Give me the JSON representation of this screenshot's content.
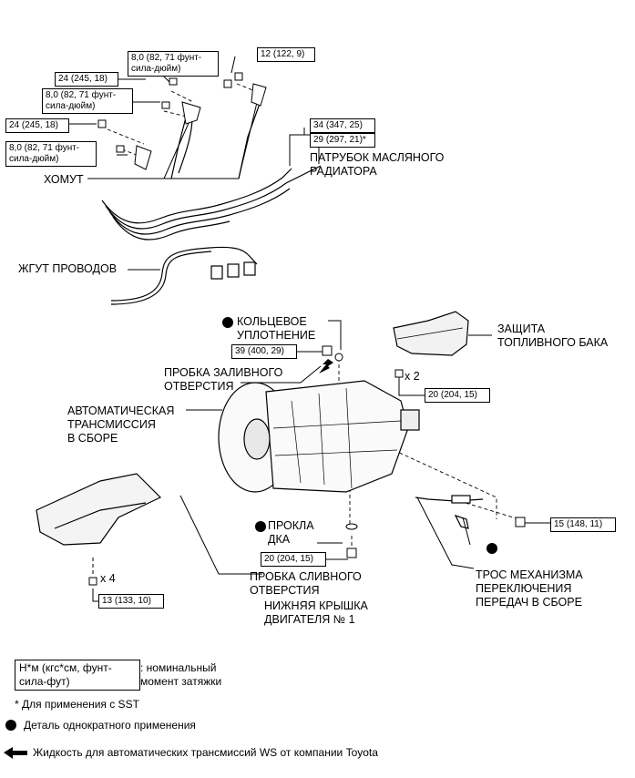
{
  "torques": {
    "t_top_left_a": "8,0 (82, 71 фунт-\nсила-дюйм)",
    "t_12": "12 (122, 9)",
    "t_24_a": "24 (245, 18)",
    "t_mid_b": "8,0 (82, 71 фунт-\nсила-дюйм)",
    "t_24_b": "24 (245, 18)",
    "t_low_c": "8,0 (82, 71 фунт-\nсила-дюйм)",
    "t_34": "34 (347, 25)",
    "t_29": "29 (297, 21)*",
    "t_39": "39 (400, 29)",
    "t_20_tank": "20 (204, 15)",
    "t_15": "15 (148, 11)",
    "t_20_drain": "20 (204, 15)",
    "t_13": "13 (133, 10)"
  },
  "labels": {
    "clamp": "ХОМУТ",
    "cooler_pipe": "ПАТРУБОК МАСЛЯНОГО\nРАДИАТОРА",
    "harness": "ЖГУТ ПРОВОДОВ",
    "oring": "КОЛЬЦЕВОЕ\nУПЛОТНЕНИЕ",
    "filler_plug": "ПРОБКА ЗАЛИВНОГО\nОТВЕРСТИЯ",
    "transmission": "АВТОМАТИЧЕСКАЯ\nТРАНСМИССИЯ\nВ СБОРЕ",
    "fuel_tank_guard": "ЗАЩИТА\nТОПЛИВНОГО БАКА",
    "x2": "x 2",
    "gasket": "ПРОКЛА\nДКА",
    "drain_plug": "ПРОБКА СЛИВНОГО\nОТВЕРСТИЯ",
    "engine_cover": "НИЖНЯЯ КРЫШКА\nДВИГАТЕЛЯ № 1",
    "x4": "x 4",
    "cable": "ТРОС МЕХАНИЗМА\nПЕРЕКЛЮЧЕНИЯ\nПЕРЕДАЧ В СБОРЕ"
  },
  "legend": {
    "unit_box": "Н*м (кгс*см, фунт-\nсила-фут)",
    "unit_desc": ": номинальный\nмомент затяжки",
    "sst_note": "* Для применения с SST",
    "non_reusable": "Деталь однократного применения",
    "fluid": "Жидкость для автоматических трансмиссий WS от компании Toyota"
  }
}
